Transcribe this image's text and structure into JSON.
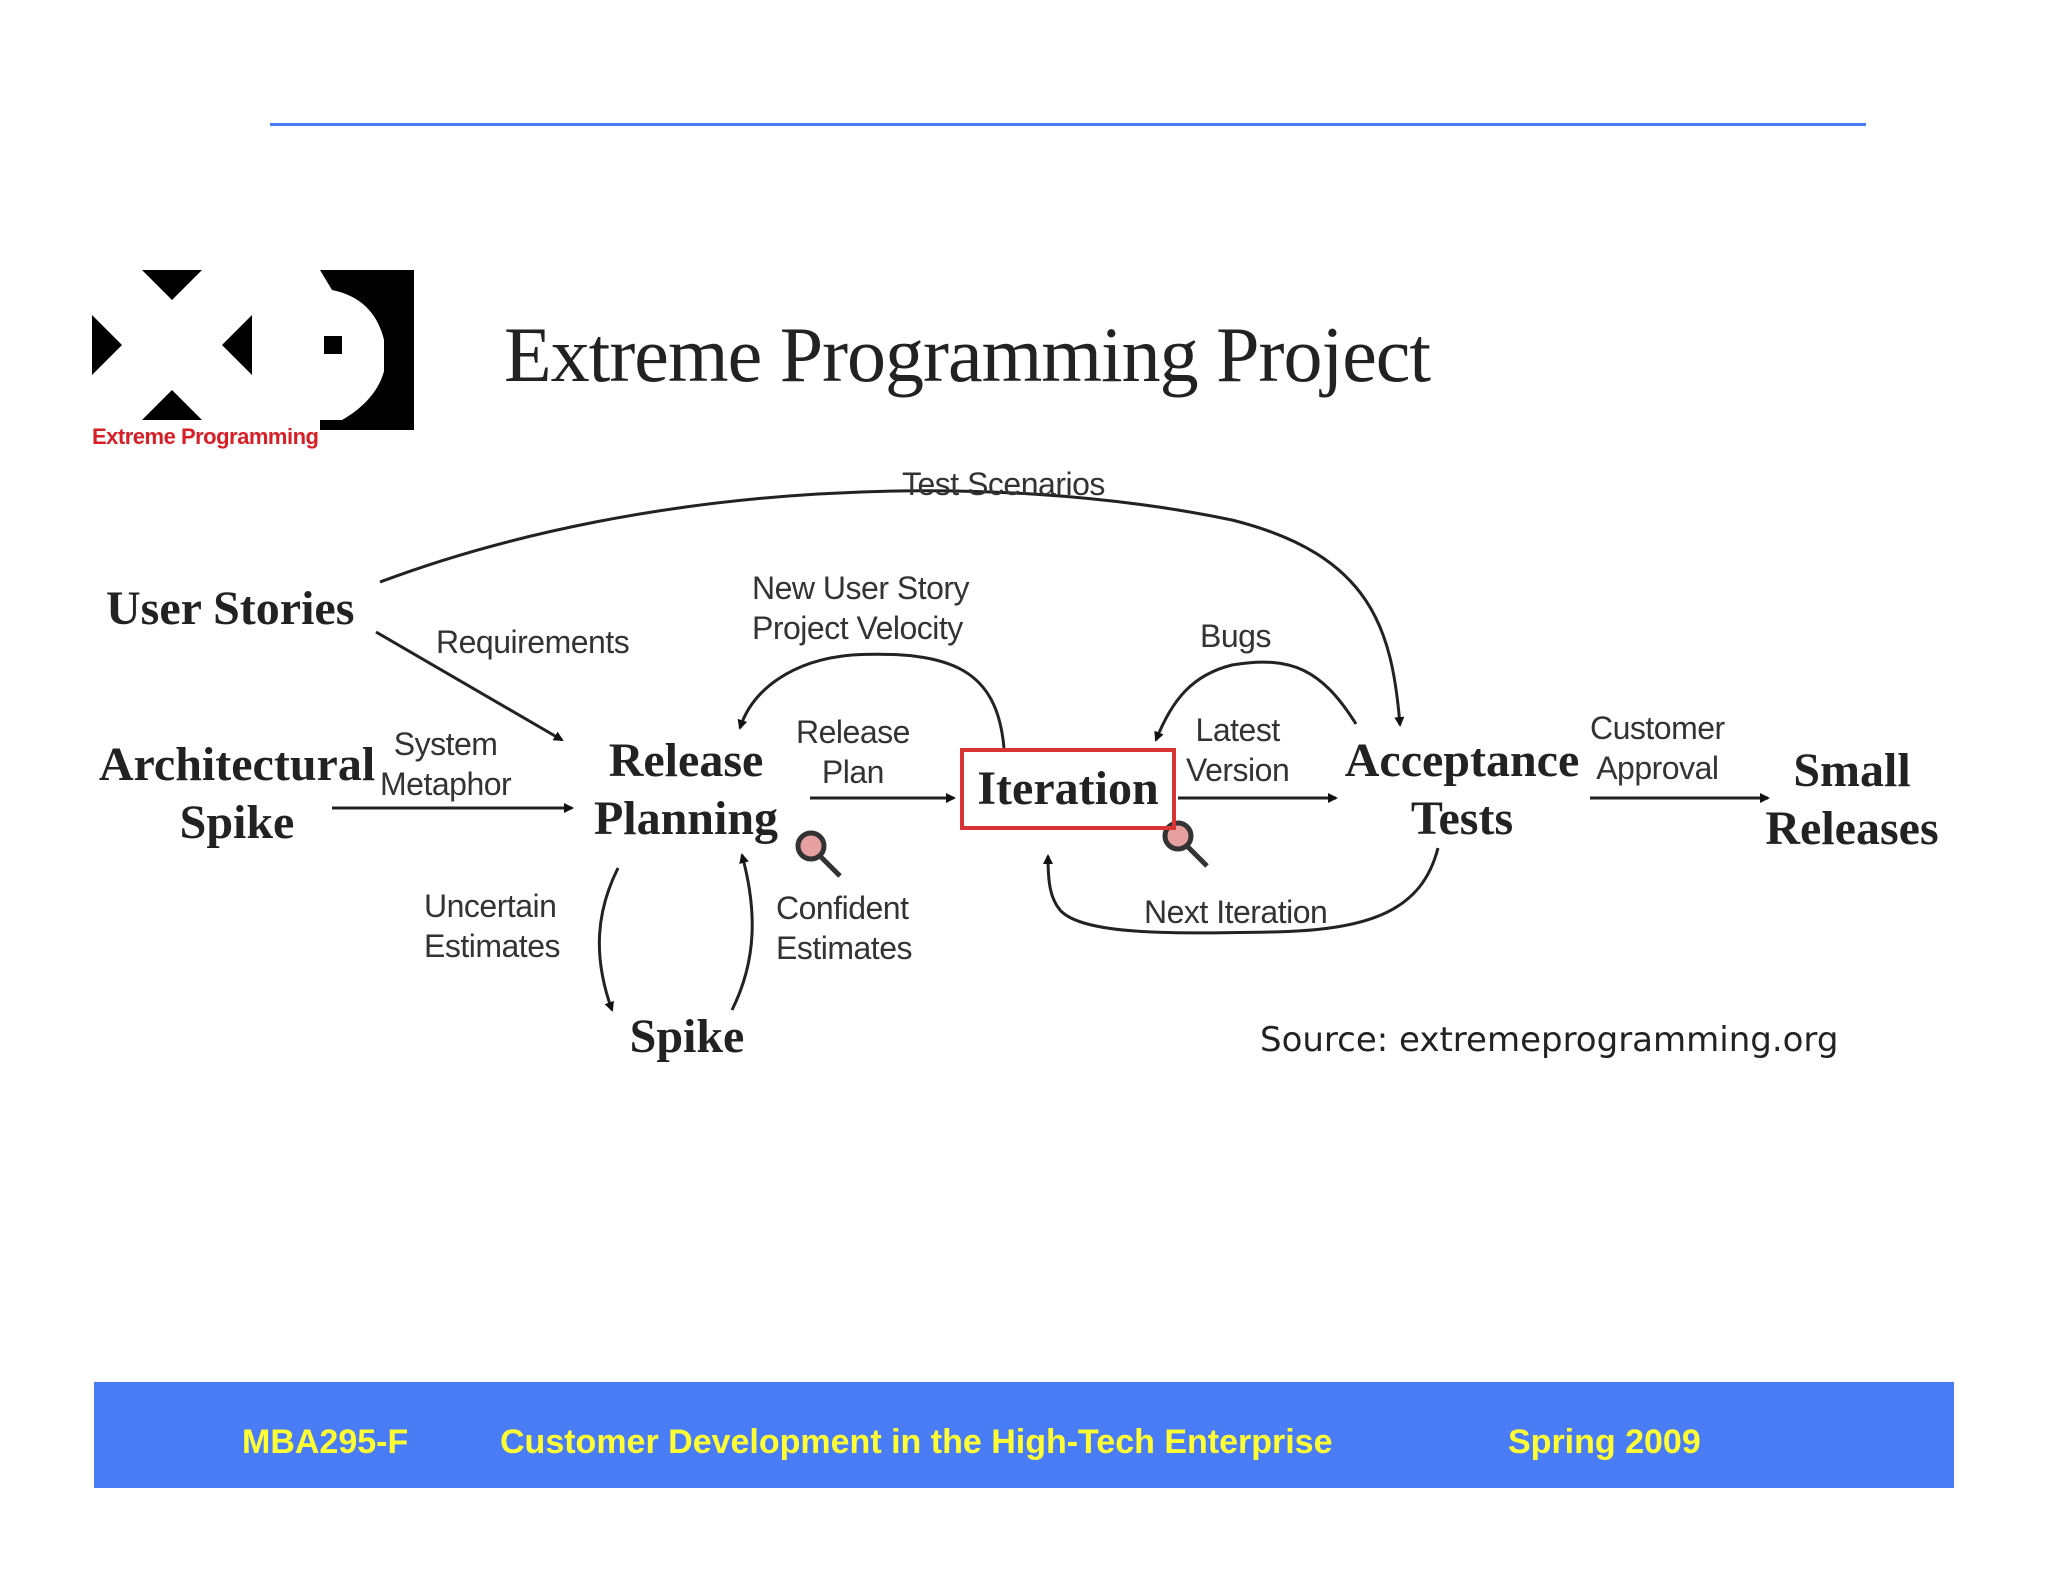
{
  "diagram": {
    "logo_caption": "Extreme Programming",
    "title": "Extreme Programming Project",
    "nodes": {
      "user_stories": "User Stories",
      "architectural_spike": "Architectural\nSpike",
      "release_planning": "Release\nPlanning",
      "iteration": "Iteration",
      "acceptance_tests": "Acceptance\nTests",
      "small_releases": "Small\nReleases",
      "spike": "Spike"
    },
    "edge_labels": {
      "test_scenarios": "Test Scenarios",
      "requirements": "Requirements",
      "system_metaphor": "System\nMetaphor",
      "new_user_story": "New User Story\nProject Velocity",
      "release_plan": "Release\nPlan",
      "bugs": "Bugs",
      "latest_version": "Latest\nVersion",
      "customer_approval": "Customer\nApproval",
      "uncertain_estimates": "Uncertain\nEstimates",
      "confident_estimates": "Confident\nEstimates",
      "next_iteration": "Next Iteration"
    },
    "source": "Source: extremeprogramming.org",
    "colors": {
      "highlight": "#d93434",
      "logo_red": "#d81f26"
    }
  },
  "footer": {
    "course": "MBA295-F",
    "course_title": "Customer Development in the High-Tech Enterprise",
    "term": "Spring 2009",
    "bar_color": "#4a7cf5",
    "text_color": "#ffff33"
  }
}
